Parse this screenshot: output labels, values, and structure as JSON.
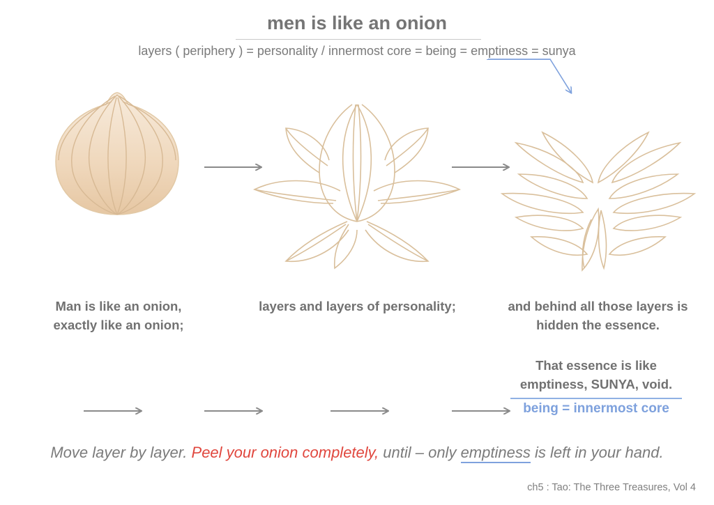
{
  "title": "men is like an onion",
  "subtitle": {
    "before": "layers ( periphery ) = personality / innermost core = being = ",
    "highlight": "emptiness",
    "after": " = sunya"
  },
  "captions": {
    "onion": [
      "Man is like an onion,",
      "exactly like an onion;"
    ],
    "layers": [
      "layers and layers of personality;"
    ],
    "essence": [
      "and behind all those layers is",
      "hidden the essence."
    ],
    "emptiness": [
      "That essence is like",
      "emptiness, SUNYA, void."
    ]
  },
  "being_label": "being = innermost core",
  "bottom_line": {
    "part1": "Move layer by layer. ",
    "part2": "Peel your onion completely,",
    "part3": " until – only ",
    "part4": "emptiness",
    "part5": " is left in your hand."
  },
  "footer": "ch5 : Tao: The Three Treasures, Vol 4",
  "colors": {
    "title": "#757575",
    "text": "#717171",
    "accent_blue": "#7ea1dd",
    "accent_red": "#e0473e",
    "onion_stroke": "#d9bf9b",
    "onion_fill": "#f1dcc3",
    "arrow": "#8a8a8a"
  },
  "icons": [
    "onion-whole-icon",
    "onion-peeling-icon",
    "onion-layers-icon",
    "arrow-right-icon"
  ]
}
